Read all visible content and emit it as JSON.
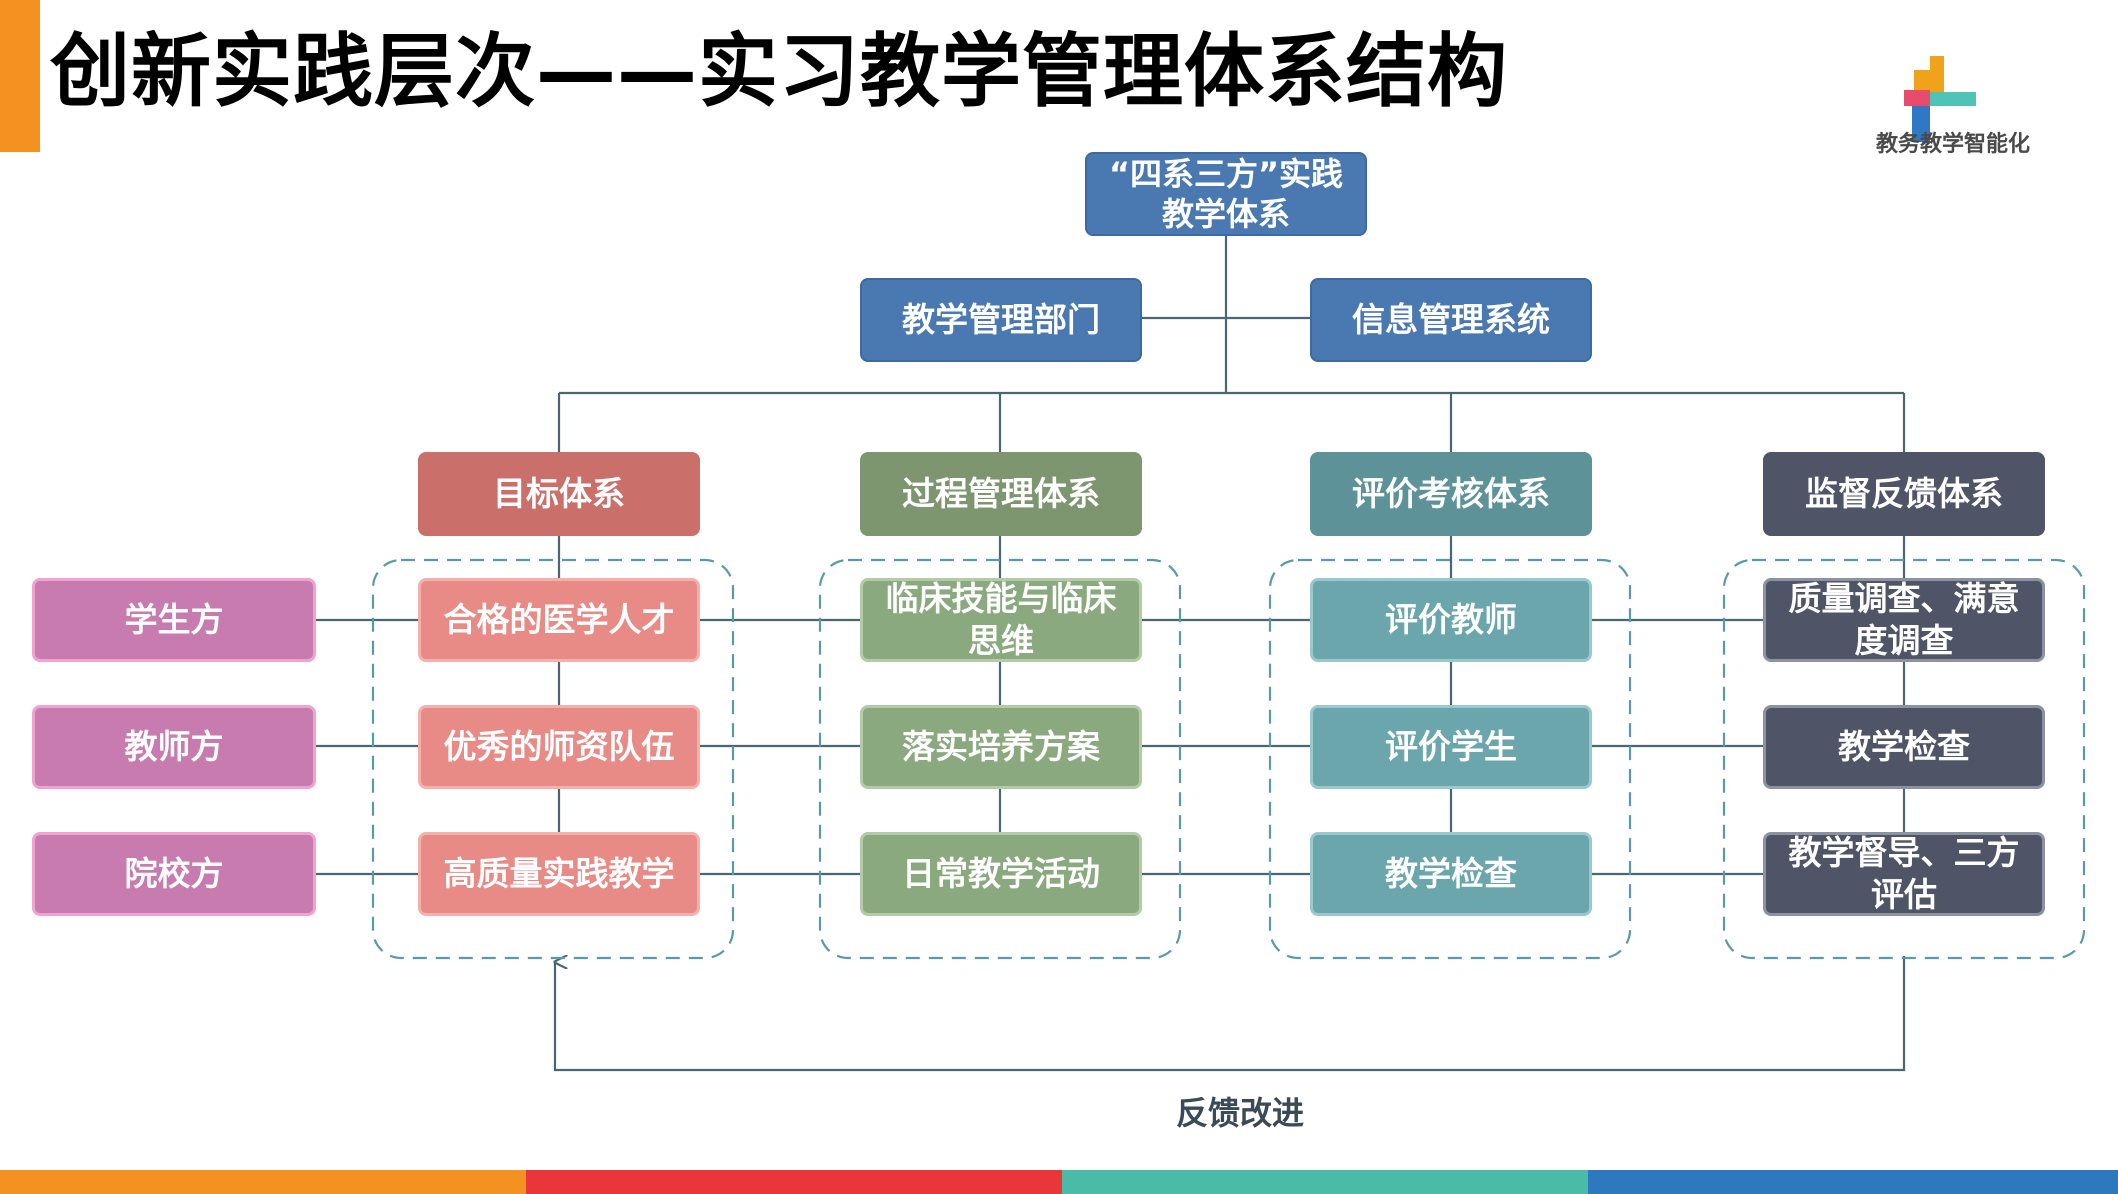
{
  "title": "创新实践层次——实习教学管理体系结构",
  "logo": {
    "text": "教务教学智能化",
    "icon": "cross-logo-icon"
  },
  "colors": {
    "accent_orange": "#f39121",
    "strip": [
      "#f39121",
      "#e9363a",
      "#49bba6",
      "#2d79bd"
    ],
    "connector": "#4a6670",
    "dashed_group": "#5a9aa6"
  },
  "diagram": {
    "root": "“四系三方”实践教学体系",
    "support": [
      "教学管理部门",
      "信息管理系统"
    ],
    "systems": [
      {
        "label": "目标体系",
        "items": [
          "合格的医学人才",
          "优秀的师资队伍",
          "高质量实践教学"
        ]
      },
      {
        "label": "过程管理体系",
        "items": [
          "临床技能与临床思维",
          "落实培养方案",
          "日常教学活动"
        ]
      },
      {
        "label": "评价考核体系",
        "items": [
          "评价教师",
          "评价学生",
          "教学检查"
        ]
      },
      {
        "label": "监督反馈体系",
        "items": [
          "质量调查、满意度调查",
          "教学检查",
          "教学督导、三方评估"
        ]
      }
    ],
    "parties": [
      "学生方",
      "教师方",
      "院校方"
    ],
    "feedback": "反馈改进"
  }
}
